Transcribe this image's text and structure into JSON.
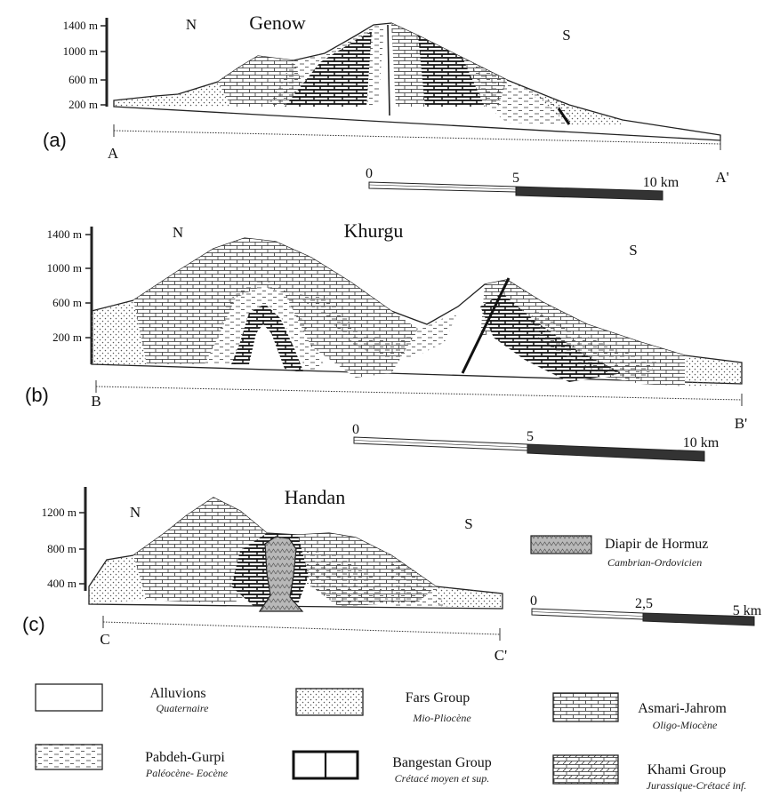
{
  "sections": [
    {
      "id": "a",
      "title": "Genow",
      "panel": "(a)",
      "north": "N",
      "south": "S",
      "start": "A",
      "end": "A'",
      "elevations": [
        "1400 m",
        "1000 m",
        "600 m",
        "200 m"
      ],
      "scale": {
        "zero": "0",
        "mid": "5",
        "end": "10 km"
      }
    },
    {
      "id": "b",
      "title": "Khurgu",
      "panel": "(b)",
      "north": "N",
      "south": "S",
      "start": "B",
      "end": "B'",
      "elevations": [
        "1400 m",
        "1000 m",
        "600 m",
        "200 m"
      ],
      "scale": {
        "zero": "0",
        "mid": "5",
        "end": "10 km"
      }
    },
    {
      "id": "c",
      "title": "Handan",
      "panel": "(c)",
      "north": "N",
      "south": "S",
      "start": "C",
      "end": "C'",
      "elevations": [
        "1200 m",
        "800 m",
        "400 m"
      ],
      "scale": {
        "zero": "0",
        "mid": "2,5",
        "end": "5 km"
      }
    }
  ],
  "diapir": {
    "name": "Diapir de Hormuz",
    "age": "Cambrian-Ordovicien"
  },
  "legend": [
    {
      "pattern": "blank",
      "name": "Alluvions",
      "age": "Quaternaire"
    },
    {
      "pattern": "dots",
      "name": "Fars Group",
      "age": "Mio-Pliocène"
    },
    {
      "pattern": "brick",
      "name": "Asmari-Jahrom",
      "age": "Oligo-Miocène"
    },
    {
      "pattern": "dash",
      "name": "Pabdeh-Gurpi",
      "age": "Paléocène- Eocène"
    },
    {
      "pattern": "bigbrick",
      "name": "Bangestan Group",
      "age": "Crétacé moyen et sup."
    },
    {
      "pattern": "khami",
      "name": "Khami Group",
      "age": "Jurassique-Crétacé inf."
    }
  ]
}
